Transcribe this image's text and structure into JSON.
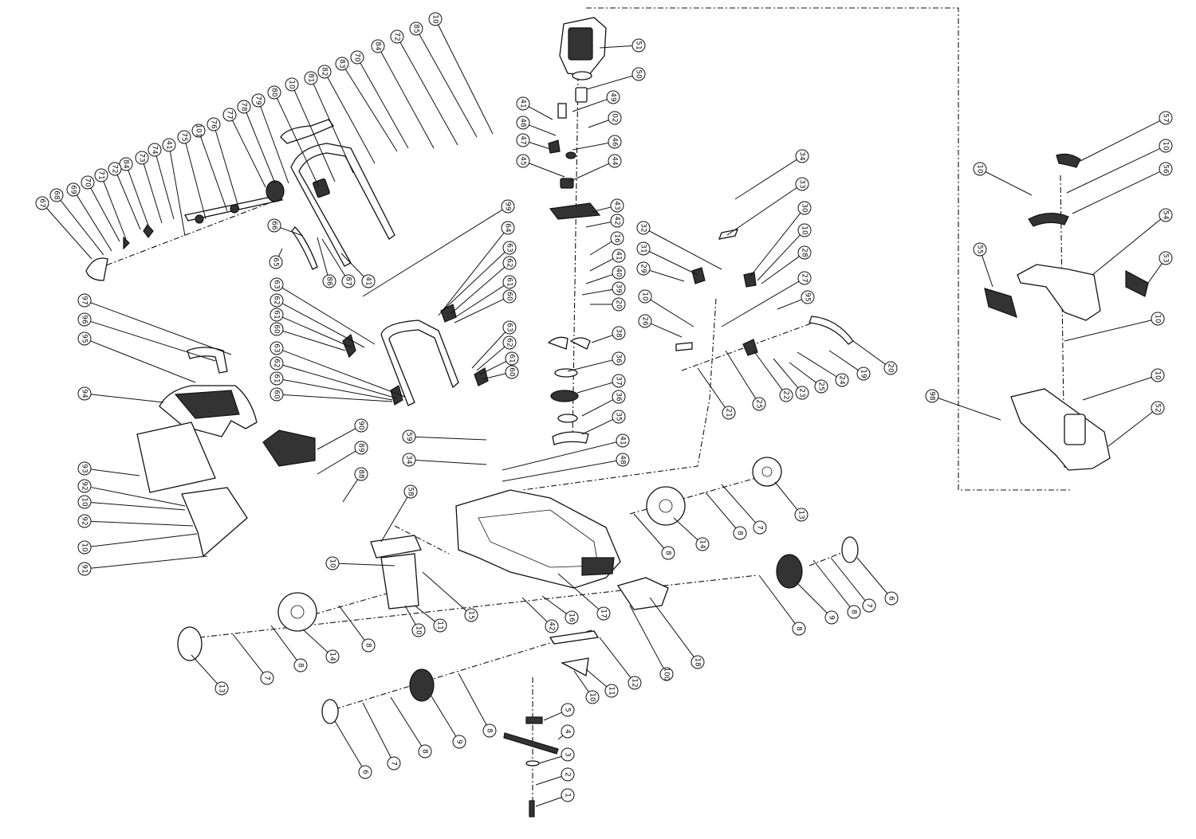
{
  "diagram": {
    "callouts": [
      {
        "id": "c51",
        "label": "51"
      },
      {
        "id": "c50",
        "label": "50"
      },
      {
        "id": "c49",
        "label": "49"
      },
      {
        "id": "c02a",
        "label": "02"
      },
      {
        "id": "c46",
        "label": "46"
      },
      {
        "id": "c44",
        "label": "44"
      },
      {
        "id": "c43",
        "label": "43"
      },
      {
        "id": "c42a",
        "label": "42"
      },
      {
        "id": "c16a",
        "label": "16"
      },
      {
        "id": "c41a",
        "label": "41"
      },
      {
        "id": "c40",
        "label": "40"
      },
      {
        "id": "c39",
        "label": "39"
      },
      {
        "id": "c20a",
        "label": "20"
      },
      {
        "id": "c38",
        "label": "38"
      },
      {
        "id": "c36a",
        "label": "36"
      },
      {
        "id": "c37",
        "label": "37"
      },
      {
        "id": "c36b",
        "label": "36"
      },
      {
        "id": "c35",
        "label": "35"
      },
      {
        "id": "c41b",
        "label": "41"
      },
      {
        "id": "c48a",
        "label": "48"
      },
      {
        "id": "c47",
        "label": "47"
      },
      {
        "id": "c45",
        "label": "45"
      },
      {
        "id": "c34",
        "label": "34"
      },
      {
        "id": "c33",
        "label": "33"
      },
      {
        "id": "c30",
        "label": "30"
      },
      {
        "id": "c10a",
        "label": "10"
      },
      {
        "id": "c28",
        "label": "28"
      },
      {
        "id": "c32",
        "label": "32"
      },
      {
        "id": "c31",
        "label": "31"
      },
      {
        "id": "c29",
        "label": "29"
      },
      {
        "id": "c27",
        "label": "27"
      },
      {
        "id": "c95a",
        "label": "95"
      },
      {
        "id": "c10b",
        "label": "10"
      },
      {
        "id": "c26",
        "label": "26"
      },
      {
        "id": "c20b",
        "label": "20"
      },
      {
        "id": "c19",
        "label": "19"
      },
      {
        "id": "c24",
        "label": "24"
      },
      {
        "id": "c25a",
        "label": "25"
      },
      {
        "id": "c23",
        "label": "23"
      },
      {
        "id": "c22",
        "label": "22"
      },
      {
        "id": "c25b",
        "label": "25"
      },
      {
        "id": "c21",
        "label": "21"
      },
      {
        "id": "c57",
        "label": "57"
      },
      {
        "id": "c10c",
        "label": "10"
      },
      {
        "id": "c56",
        "label": "56"
      },
      {
        "id": "c10d",
        "label": "10"
      },
      {
        "id": "c54",
        "label": "54"
      },
      {
        "id": "c55",
        "label": "55"
      },
      {
        "id": "c53",
        "label": "53"
      },
      {
        "id": "c10e",
        "label": "10"
      },
      {
        "id": "c10f",
        "label": "10"
      },
      {
        "id": "c52",
        "label": "52"
      },
      {
        "id": "c98",
        "label": "98"
      },
      {
        "id": "c10g",
        "label": "10"
      },
      {
        "id": "c85",
        "label": "85"
      },
      {
        "id": "c72",
        "label": "72"
      },
      {
        "id": "c84",
        "label": "84"
      },
      {
        "id": "c70a",
        "label": "70"
      },
      {
        "id": "c83",
        "label": "83"
      },
      {
        "id": "c82",
        "label": "82"
      },
      {
        "id": "c81",
        "label": "81"
      },
      {
        "id": "c10h",
        "label": "10"
      },
      {
        "id": "c80",
        "label": "80"
      },
      {
        "id": "c79",
        "label": "79"
      },
      {
        "id": "c78",
        "label": "78"
      },
      {
        "id": "c77",
        "label": "77"
      },
      {
        "id": "c76",
        "label": "76"
      },
      {
        "id": "c101",
        "label": "101"
      },
      {
        "id": "c75",
        "label": "75"
      },
      {
        "id": "c41c",
        "label": "41"
      },
      {
        "id": "c74",
        "label": "74"
      },
      {
        "id": "c73",
        "label": "73"
      },
      {
        "id": "c84b",
        "label": "84"
      },
      {
        "id": "c72b",
        "label": "72"
      },
      {
        "id": "c71",
        "label": "71"
      },
      {
        "id": "c70b",
        "label": "70"
      },
      {
        "id": "c69",
        "label": "69"
      },
      {
        "id": "c68",
        "label": "68"
      },
      {
        "id": "c67",
        "label": "67"
      },
      {
        "id": "c66",
        "label": "66"
      },
      {
        "id": "c65",
        "label": "65"
      },
      {
        "id": "c86",
        "label": "86"
      },
      {
        "id": "c87",
        "label": "87"
      },
      {
        "id": "c41d",
        "label": "41"
      },
      {
        "id": "c99",
        "label": "99"
      },
      {
        "id": "c64",
        "label": "64"
      },
      {
        "id": "c63a",
        "label": "63"
      },
      {
        "id": "c62a",
        "label": "62"
      },
      {
        "id": "c61a",
        "label": "61"
      },
      {
        "id": "c60a",
        "label": "60"
      },
      {
        "id": "c63b",
        "label": "63"
      },
      {
        "id": "c62b",
        "label": "62"
      },
      {
        "id": "c61b",
        "label": "61"
      },
      {
        "id": "c60b",
        "label": "60"
      },
      {
        "id": "c63c",
        "label": "63"
      },
      {
        "id": "c62c",
        "label": "62"
      },
      {
        "id": "c61c",
        "label": "61"
      },
      {
        "id": "c60c",
        "label": "60"
      },
      {
        "id": "c63d",
        "label": "63"
      },
      {
        "id": "c62d",
        "label": "62"
      },
      {
        "id": "c61d",
        "label": "61"
      },
      {
        "id": "c60d",
        "label": "60"
      },
      {
        "id": "c97",
        "label": "97"
      },
      {
        "id": "c96",
        "label": "96"
      },
      {
        "id": "c95b",
        "label": "95"
      },
      {
        "id": "c94",
        "label": "94"
      },
      {
        "id": "c90",
        "label": "90"
      },
      {
        "id": "c89",
        "label": "89"
      },
      {
        "id": "c88",
        "label": "88"
      },
      {
        "id": "c93",
        "label": "93"
      },
      {
        "id": "c92a",
        "label": "92"
      },
      {
        "id": "c10i",
        "label": "10"
      },
      {
        "id": "c92b",
        "label": "92"
      },
      {
        "id": "c10j",
        "label": "10"
      },
      {
        "id": "c91",
        "label": "91"
      },
      {
        "id": "c59",
        "label": "59"
      },
      {
        "id": "c34b",
        "label": "34"
      },
      {
        "id": "c41e",
        "label": "41"
      },
      {
        "id": "c48b",
        "label": "48"
      },
      {
        "id": "c58",
        "label": "58"
      },
      {
        "id": "c10k",
        "label": "10"
      },
      {
        "id": "c15",
        "label": "15"
      },
      {
        "id": "c11a",
        "label": "11"
      },
      {
        "id": "c10l",
        "label": "10"
      },
      {
        "id": "c42b",
        "label": "42"
      },
      {
        "id": "c16b",
        "label": "16"
      },
      {
        "id": "c17",
        "label": "17"
      },
      {
        "id": "c100",
        "label": "100"
      },
      {
        "id": "c18",
        "label": "18"
      },
      {
        "id": "c13a",
        "label": "13"
      },
      {
        "id": "c7a",
        "label": "7"
      },
      {
        "id": "c8a",
        "label": "8"
      },
      {
        "id": "c14a",
        "label": "14"
      },
      {
        "id": "c8b",
        "label": "8"
      },
      {
        "id": "c13b",
        "label": "13"
      },
      {
        "id": "c7b",
        "label": "7"
      },
      {
        "id": "c8c",
        "label": "8"
      },
      {
        "id": "c14b",
        "label": "14"
      },
      {
        "id": "c8d",
        "label": "8"
      },
      {
        "id": "c6a",
        "label": "6"
      },
      {
        "id": "c7c",
        "label": "7"
      },
      {
        "id": "c8e",
        "label": "8"
      },
      {
        "id": "c9a",
        "label": "9"
      },
      {
        "id": "c8f",
        "label": "8"
      },
      {
        "id": "c6b",
        "label": "6"
      },
      {
        "id": "c7d",
        "label": "7"
      },
      {
        "id": "c8g",
        "label": "8"
      },
      {
        "id": "c9b",
        "label": "9"
      },
      {
        "id": "c8h",
        "label": "8"
      },
      {
        "id": "c12",
        "label": "12"
      },
      {
        "id": "c11b",
        "label": "11"
      },
      {
        "id": "c10m",
        "label": "10"
      },
      {
        "id": "c5",
        "label": "5"
      },
      {
        "id": "c4",
        "label": "4"
      },
      {
        "id": "c3",
        "label": "3"
      },
      {
        "id": "c2",
        "label": "2"
      },
      {
        "id": "c1",
        "label": "1"
      }
    ]
  }
}
